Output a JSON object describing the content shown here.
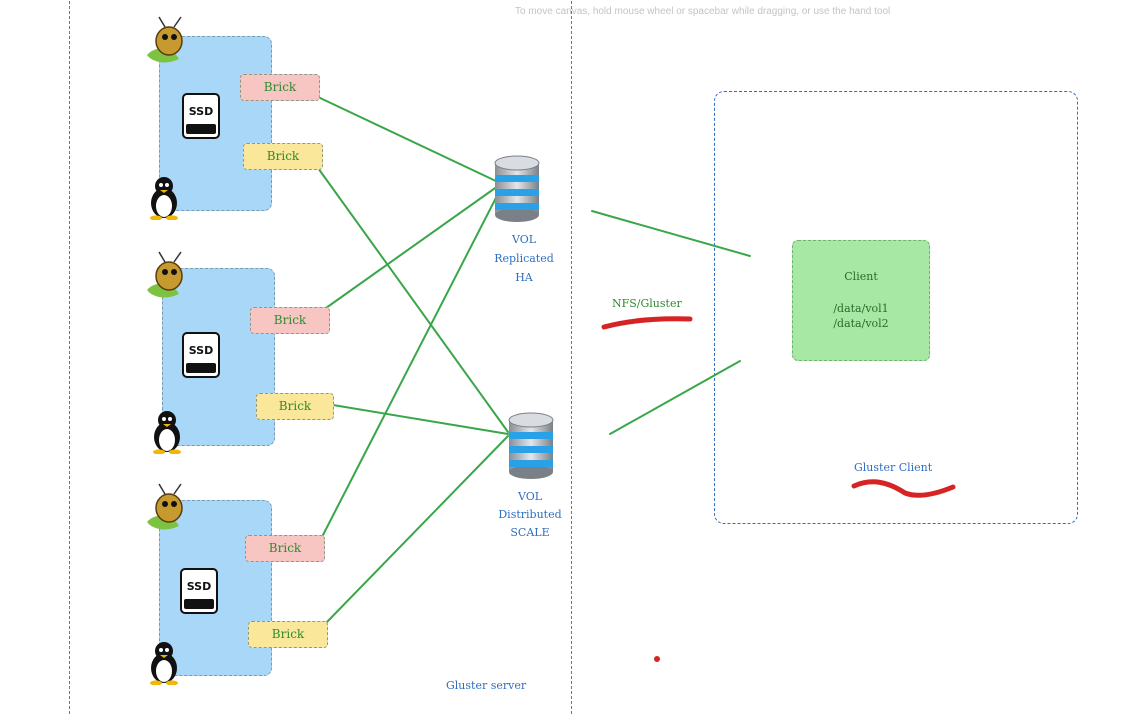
{
  "canvas": {
    "hint": "To move canvas, hold mouse wheel or spacebar while dragging, or use the hand tool"
  },
  "server_nodes": [
    {
      "disk_label": "SSD",
      "bricks": [
        {
          "label": "Brick",
          "color": "pink"
        },
        {
          "label": "Brick",
          "color": "yellow"
        }
      ]
    },
    {
      "disk_label": "SSD",
      "bricks": [
        {
          "label": "Brick",
          "color": "pink"
        },
        {
          "label": "Brick",
          "color": "yellow"
        }
      ]
    },
    {
      "disk_label": "SSD",
      "bricks": [
        {
          "label": "Brick",
          "color": "pink"
        },
        {
          "label": "Brick",
          "color": "yellow"
        }
      ]
    }
  ],
  "volumes": [
    {
      "line1": "VOL",
      "line2": "Replicated",
      "line3": "HA"
    },
    {
      "line1": "VOL",
      "line2": "Distributed",
      "line3": "SCALE"
    }
  ],
  "labels": {
    "gluster_server": "Gluster server",
    "nfs_gluster": "NFS/Gluster",
    "gluster_client": "Gluster Client"
  },
  "client": {
    "title": "Client",
    "paths": [
      "/data/vol1",
      "/data/vol2"
    ]
  },
  "colors": {
    "server_border": "#d84a4a",
    "client_border": "#2f6fbf",
    "node_fill": "#a9d7f7",
    "brick_pink": "#f7c6c3",
    "brick_yellow": "#fbe79a",
    "link_green": "#3aa64a",
    "client_fill": "#a6e8a4",
    "annotation_red": "#d62424"
  }
}
